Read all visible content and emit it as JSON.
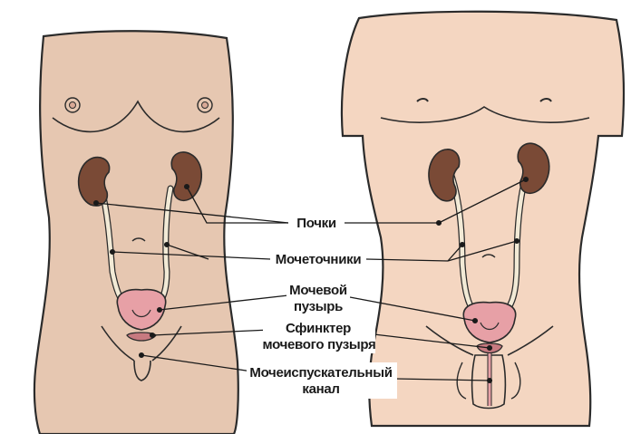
{
  "labels": {
    "kidneys": "Почки",
    "ureters": "Мочеточники",
    "bladder_line1": "Мочевой",
    "bladder_line2": "пузырь",
    "sphincter_line1": "Сфинктер",
    "sphincter_line2": "мочевого пузыря",
    "urethra_line1": "Мочеиспускательный",
    "urethra_line2": "канал"
  },
  "colors": {
    "skin_female": "#e6c7b1",
    "skin_male": "#f4d6c1",
    "kidney": "#7a4a36",
    "bladder": "#e7a0a6",
    "ureter": "#f2ead6",
    "outline": "#2b2b2b",
    "leader_line": "#1a1a1a"
  }
}
